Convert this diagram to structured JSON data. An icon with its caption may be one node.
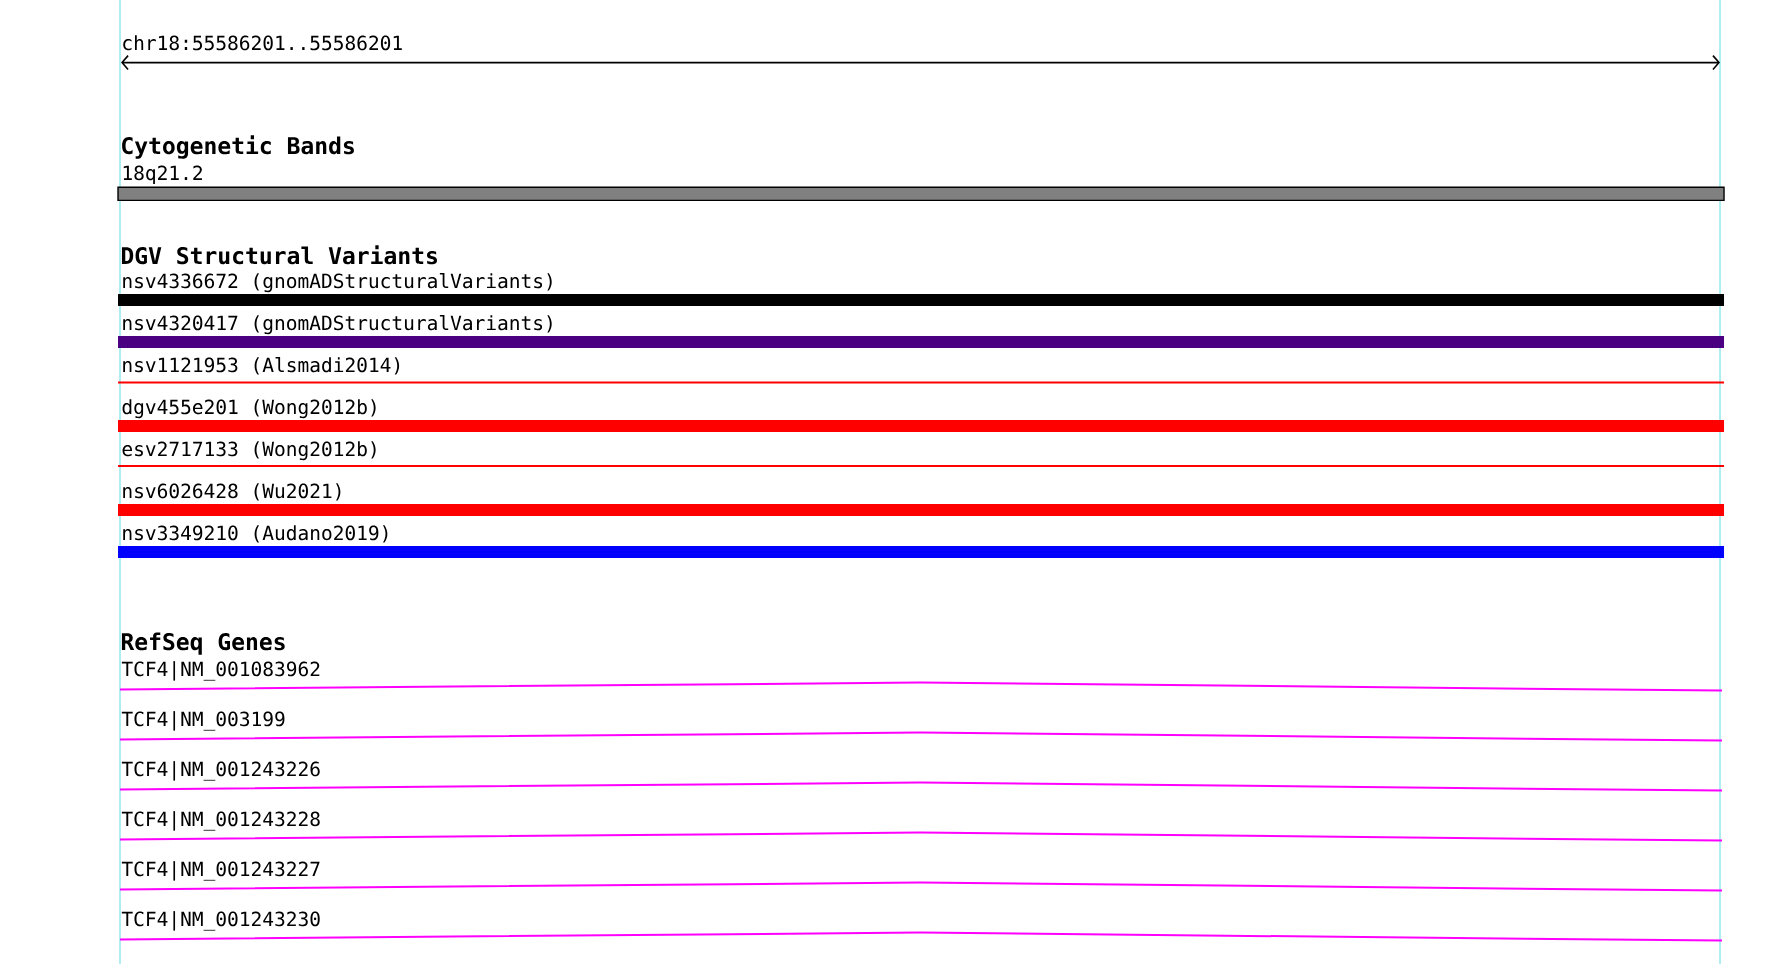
{
  "diagram": {
    "title": "chr18:55586201..55586201",
    "nodes": [
      {
        "text": [
          "18q21.2"
        ]
      },
      {
        "text": [
          "nsv4336672 (gnomADStructuralVariants)"
        ]
      },
      {
        "text": [
          "nsv4320417 (gnomADStructuralVariants)"
        ]
      },
      {
        "text": [
          "nsv1121953 (Alsmadi2014)"
        ]
      },
      {
        "text": [
          "dgv455e201 (Wong2012b)"
        ]
      },
      {
        "text": [
          "esv2717133 (Wong2012b)"
        ]
      },
      {
        "text": [
          "nsv6026428 (Wu2021)"
        ]
      },
      {
        "text": [
          "nsv3349210 (Audano2019)"
        ]
      },
      {
        "text": [
          "TCF4|NM_001083962"
        ]
      },
      {
        "text": [
          "TCF4|NM_003199"
        ]
      },
      {
        "text": [
          "TCF4|NM_001243226"
        ]
      },
      {
        "text": [
          "TCF4|NM_001243228"
        ]
      },
      {
        "text": [
          "TCF4|NM_001243227"
        ]
      },
      {
        "text": [
          "TCF4|NM_001243230"
        ]
      }
    ],
    "labels": [
      "Cytogenetic Bands",
      "DGV Structural Variants",
      "RefSeq Genes"
    ]
  }
}
